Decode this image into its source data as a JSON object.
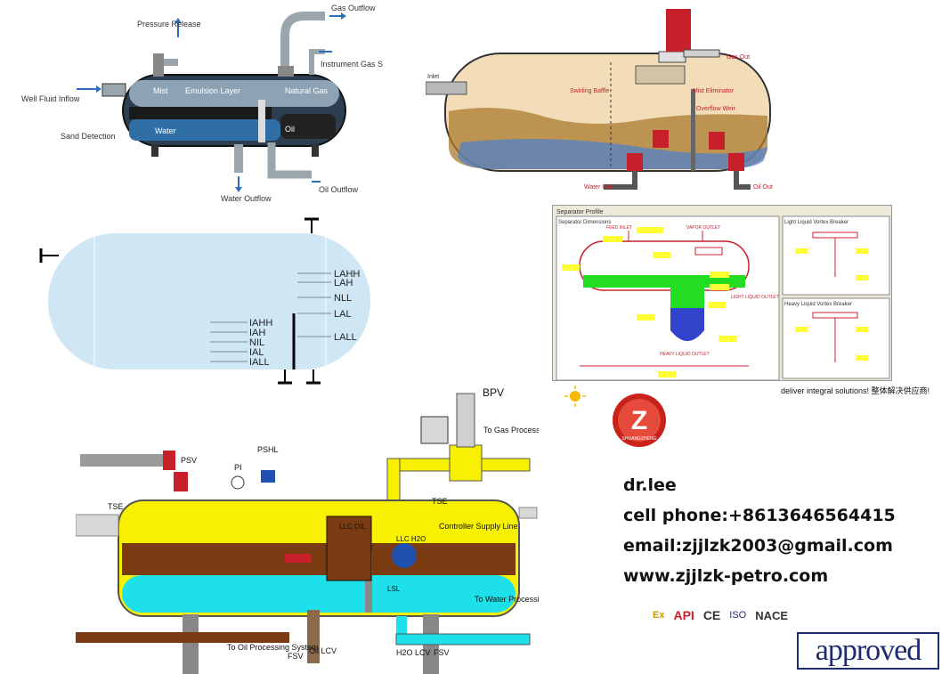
{
  "p1": {
    "gas_outflow": "Gas Outflow",
    "pressure_release": "Pressure Release",
    "instrument_gas": "Instrument Gas Supply",
    "well_fluid": "Well Fluid Inflow",
    "mist": "Mist",
    "emulsion": "Emulsion Layer",
    "natural_gas": "Natural Gas",
    "sand": "Sand Detection",
    "water": "Water",
    "oil": "Oil",
    "water_outflow": "Water Outflow",
    "oil_outflow": "Oil Outflow"
  },
  "p2": {
    "inlet": "Inlet",
    "gas_out": "Gas Out",
    "baffle": "Swirling Baffle",
    "mist": "Mist Eliminator",
    "weir": "Overflow Weir",
    "water_out": "Water Out",
    "oil_out": "Oil Out"
  },
  "p3": {
    "right_levels": [
      "LAHH",
      "LAH",
      "NLL",
      "LAL",
      "LALL"
    ],
    "left_levels": [
      "IAHH",
      "IAH",
      "NIL",
      "IAL",
      "IALL"
    ]
  },
  "p4": {
    "title": "Separator Profile",
    "dims_title": "Separator Dimensions",
    "feed_inlet": "FEED INLET",
    "vapor_outlet": "VAPOR OUTLET",
    "light_outlet": "LIGHT LIQUID OUTLET",
    "heavy_outlet": "HEAVY LIQUID OUTLET",
    "light_box": "Light Liquid Vortex Breaker",
    "heavy_box": "Heavy Liquid Vortex Breaker"
  },
  "p5": {
    "bpv": "BPV",
    "to_gas": "To Gas Processing Systems",
    "psv": "PSV",
    "pi": "PI",
    "pshl": "PSHL",
    "tse_left": "TSE",
    "tse_right": "TSE",
    "controller": "Controller Supply Line",
    "llc_oil": "LLC OIL",
    "llc_h2o": "LLC H2O",
    "lsl": "LSL",
    "to_water": "To Water Processing Systems",
    "to_oil": "To Oil Processing System",
    "fsv": "FSV",
    "oil_lcv": "Oil LCV",
    "h2o_lcv": "H2O LCV",
    "fsv2": "FSV"
  },
  "contact": {
    "name": "dr.lee",
    "phone": "cell phone:+8613646564415",
    "email": "email:zjjlzk2003@gmail.com",
    "web": "www.zjjlzk-petro.com"
  },
  "slogan": "deliver integral solutions!  整体解决供应商!",
  "logo_text": "SHUANGZHENG",
  "certs": [
    "Ex",
    "API",
    "CE",
    "ISO",
    "NACE"
  ],
  "approved": "approved",
  "colors": {
    "gas_yellow": "#f7f000",
    "oil_brown": "#7a3b12",
    "water_cyan": "#1ee0ea",
    "vessel_blue": "#cfe6f5",
    "sand_tan": "#f2ddb8",
    "logo_red": "#c9221a",
    "approved_blue": "#1d2a6e"
  }
}
